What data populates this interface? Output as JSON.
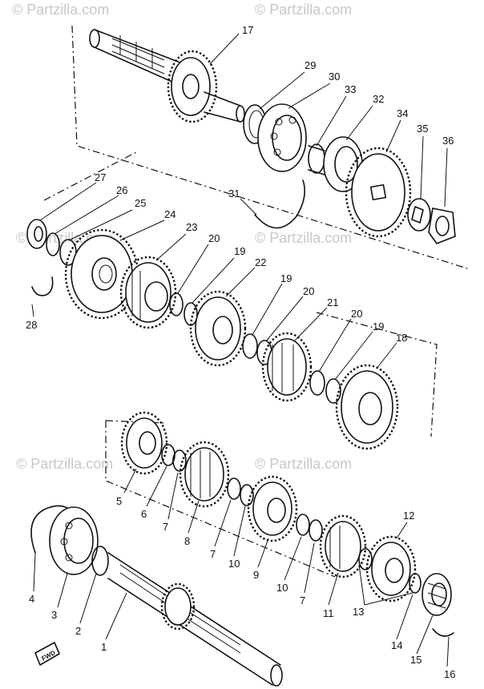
{
  "watermark": "© Partzilla.com",
  "fwd_mark": "FWD",
  "callouts": {
    "c17": "17",
    "c29": "29",
    "c30": "30",
    "c33": "33",
    "c32": "32",
    "c34": "34",
    "c35": "35",
    "c36": "36",
    "c31": "31",
    "c27": "27",
    "c26": "26",
    "c25": "25",
    "c24": "24",
    "c23": "23",
    "c28": "28",
    "c20a": "20",
    "c19a": "19",
    "c22": "22",
    "c19b": "19",
    "c20b": "20",
    "c21": "21",
    "c20c": "20",
    "c19c": "19",
    "c18": "18",
    "c5": "5",
    "c6": "6",
    "c7a": "7",
    "c8": "8",
    "c7b": "7",
    "c10a": "10",
    "c9": "9",
    "c10b": "10",
    "c7c": "7",
    "c11": "11",
    "c12": "12",
    "c13": "13",
    "c14": "14",
    "c15": "15",
    "c16": "16",
    "c4": "4",
    "c3": "3",
    "c2": "2",
    "c1": "1"
  }
}
